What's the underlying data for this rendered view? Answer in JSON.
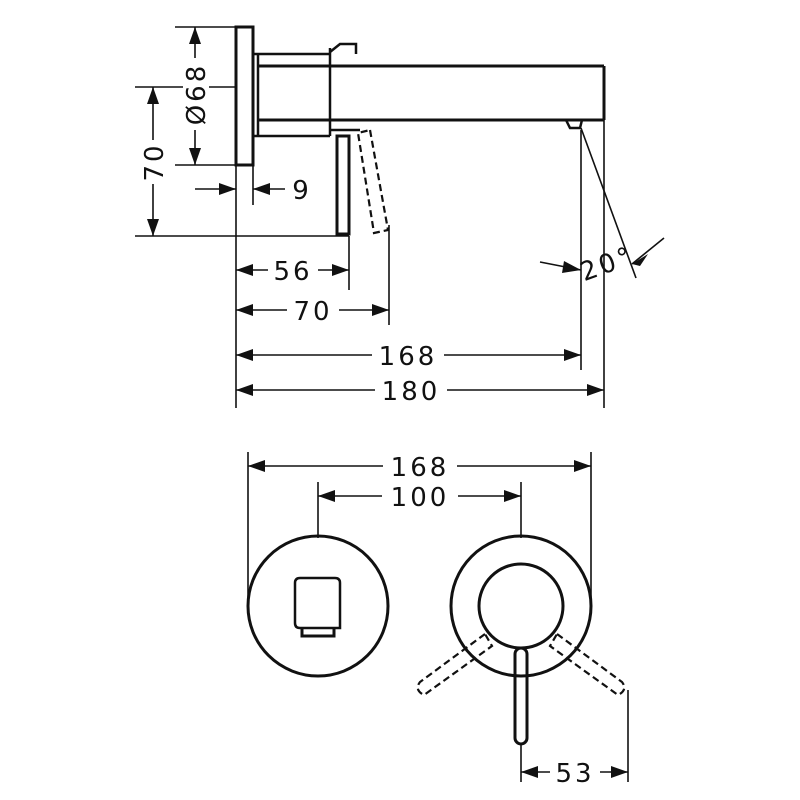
{
  "side_view": {
    "dims": {
      "diameter": "Ø68",
      "height": "70",
      "plate_thickness": "9",
      "lever_pos": "56",
      "lever_swing": "70",
      "outlet_reach": "168",
      "total_reach": "180",
      "angle": "20°"
    }
  },
  "front_view": {
    "dims": {
      "total_width": "168",
      "center_distance": "100",
      "lever_offset": "53"
    }
  }
}
